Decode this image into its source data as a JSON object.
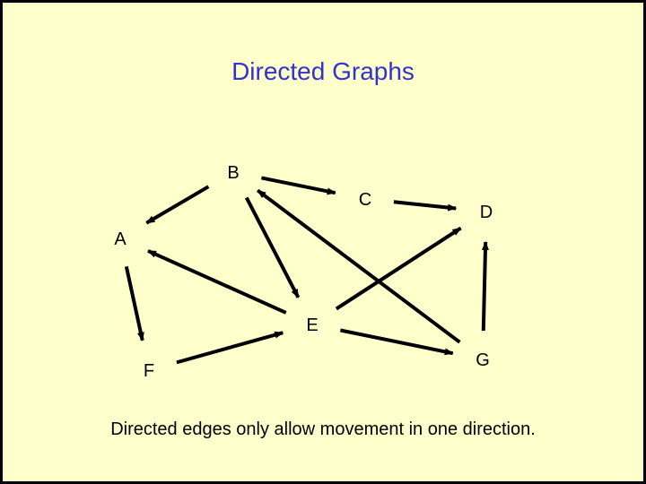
{
  "title": "Directed Graphs",
  "caption": "Directed edges only allow movement in one direction.",
  "colors": {
    "background": "#ffffcc",
    "title": "#3333cc",
    "border": "#000000"
  },
  "nodes": [
    {
      "id": "A",
      "label": "A"
    },
    {
      "id": "B",
      "label": "B"
    },
    {
      "id": "C",
      "label": "C"
    },
    {
      "id": "D",
      "label": "D"
    },
    {
      "id": "E",
      "label": "E"
    },
    {
      "id": "F",
      "label": "F"
    },
    {
      "id": "G",
      "label": "G"
    }
  ],
  "edges": [
    {
      "from": "B",
      "to": "A"
    },
    {
      "from": "B",
      "to": "C"
    },
    {
      "from": "B",
      "to": "E"
    },
    {
      "from": "C",
      "to": "D"
    },
    {
      "from": "E",
      "to": "A"
    },
    {
      "from": "E",
      "to": "D"
    },
    {
      "from": "E",
      "to": "G"
    },
    {
      "from": "A",
      "to": "F"
    },
    {
      "from": "F",
      "to": "E"
    },
    {
      "from": "G",
      "to": "B"
    },
    {
      "from": "G",
      "to": "D"
    }
  ]
}
